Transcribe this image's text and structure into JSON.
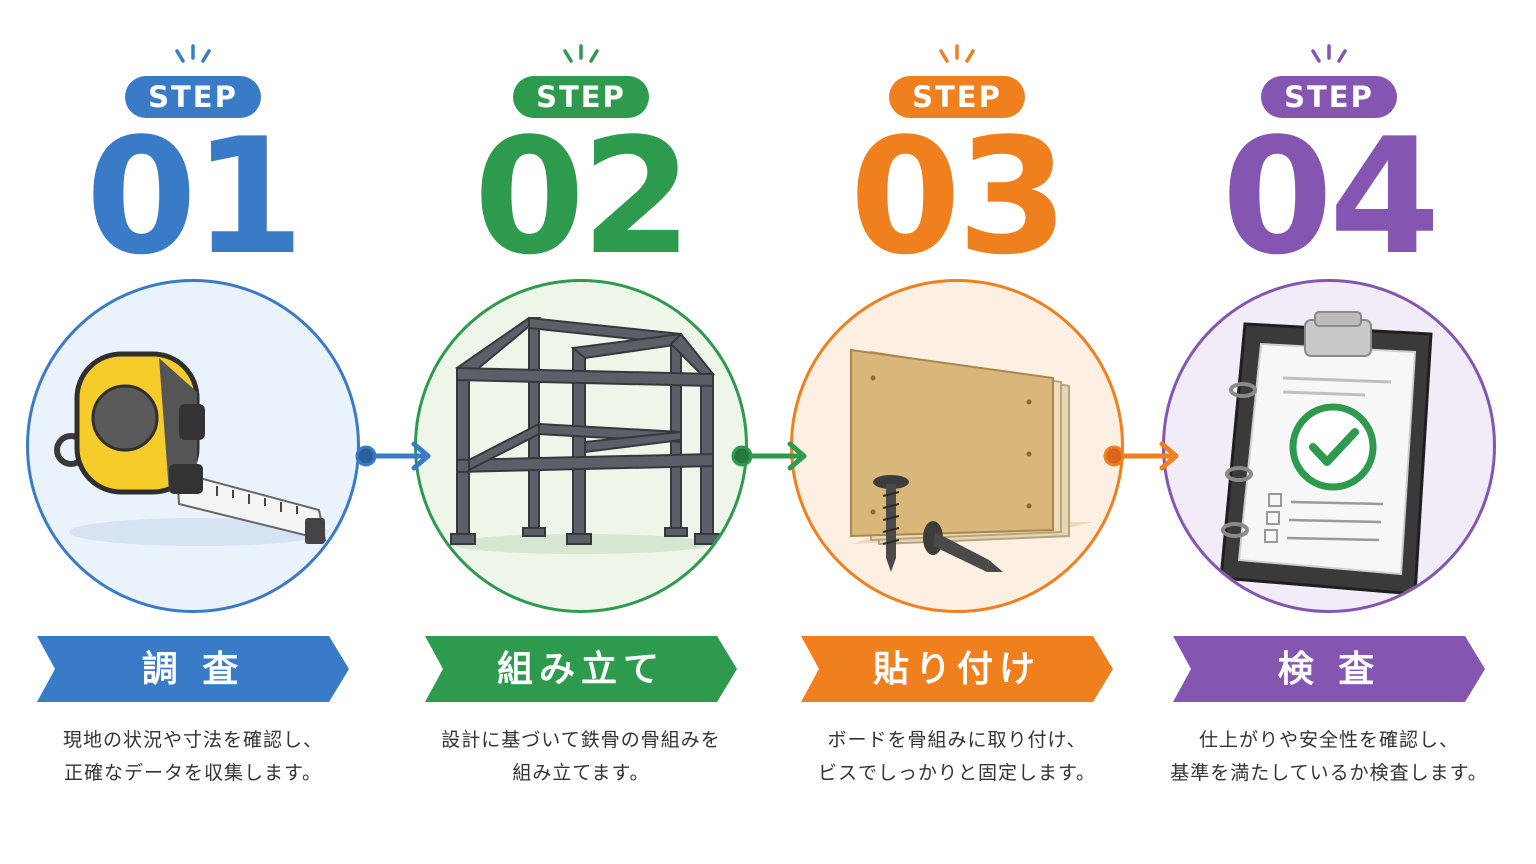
{
  "colors": {
    "blue": "#3a7bc8",
    "green": "#2e9a4e",
    "orange": "#f07f1e",
    "purple": "#8456b2",
    "text": "#333333"
  },
  "steps": [
    {
      "pill": "STEP",
      "number": "01",
      "title": "調 査",
      "desc": [
        "現地の状況や寸法を確認し、",
        "正確なデータを収集します。"
      ],
      "icon": "tape-measure-icon",
      "color": "#3a7bc8"
    },
    {
      "pill": "STEP",
      "number": "02",
      "title": "組み立て",
      "desc": [
        "設計に基づいて鉄骨の骨組みを",
        "組み立てます。"
      ],
      "icon": "steel-frame-icon",
      "color": "#2e9a4e"
    },
    {
      "pill": "STEP",
      "number": "03",
      "title": "貼り付け",
      "desc": [
        "ボードを骨組みに取り付け、",
        "ビスでしっかりと固定します。"
      ],
      "icon": "board-and-screws-icon",
      "color": "#f07f1e"
    },
    {
      "pill": "STEP",
      "number": "04",
      "title": "検 査",
      "desc": [
        "仕上がりや安全性を確認し、",
        "基準を満たしているか検査します。"
      ],
      "icon": "clipboard-check-icon",
      "color": "#8456b2"
    }
  ]
}
